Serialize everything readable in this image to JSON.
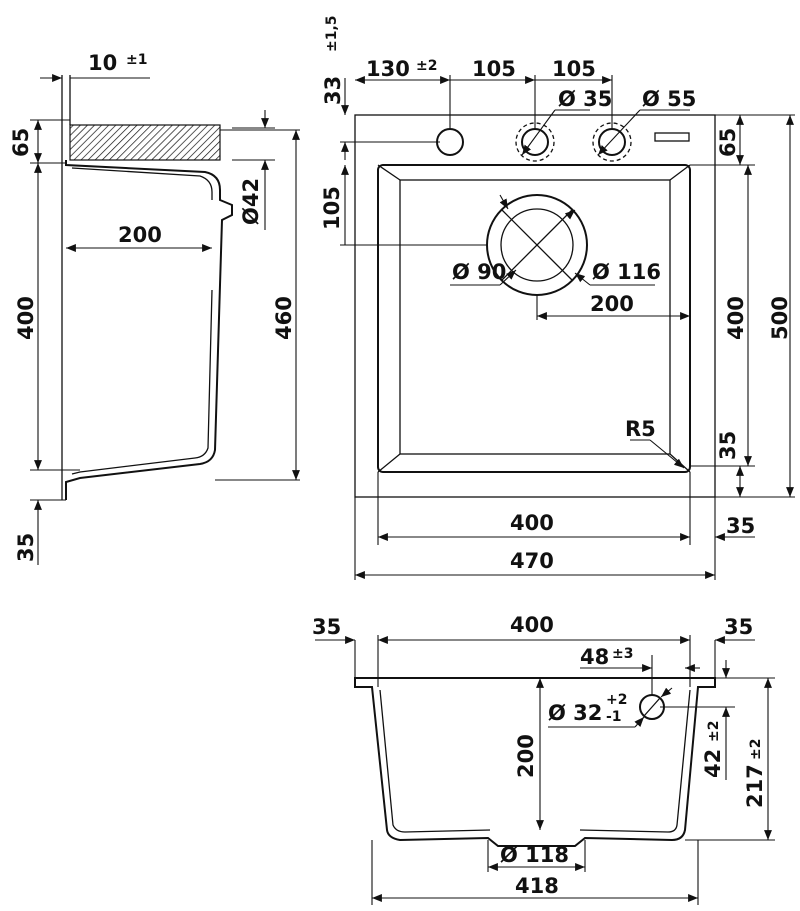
{
  "side_view": {
    "flange_thickness": "10",
    "flange_thickness_tol": "±1",
    "flange_height": "65",
    "overflow_diameter": "Ø42",
    "depth_to_outlet": "200",
    "bowl_height": "400",
    "total_height": "460",
    "bottom_offset": "35"
  },
  "top_view": {
    "tap_offset": "33",
    "tap_offset_tol": "±1,5",
    "tap_spacing_1": "130",
    "tap_spacing_1_tol": "±2",
    "tap_spacing_2": "105",
    "tap_spacing_3": "105",
    "tap_hole_small": "Ø 35",
    "tap_hole_large": "Ø 55",
    "rim_depth_right": "65",
    "drain_offset_top": "105",
    "drain_inner": "Ø 90",
    "drain_outer": "Ø 116",
    "drain_offset_right": "200",
    "bowl_length": "400",
    "outer_length": "500",
    "corner_radius": "R5",
    "bottom_rim": "35",
    "bowl_width": "400",
    "side_rim": "35",
    "outer_width": "470"
  },
  "front_view": {
    "left_rim": "35",
    "bowl_width": "400",
    "right_rim": "35",
    "overflow_offset": "48",
    "overflow_offset_tol": "±3",
    "overflow_diameter": "Ø 32",
    "overflow_tol_plus": "+2",
    "overflow_tol_minus": "-1",
    "inner_depth": "200",
    "overflow_height": "42",
    "overflow_height_tol": "±2",
    "total_depth": "217",
    "total_depth_tol": "±2",
    "drain_diameter": "Ø 118",
    "bottom_width": "418"
  }
}
